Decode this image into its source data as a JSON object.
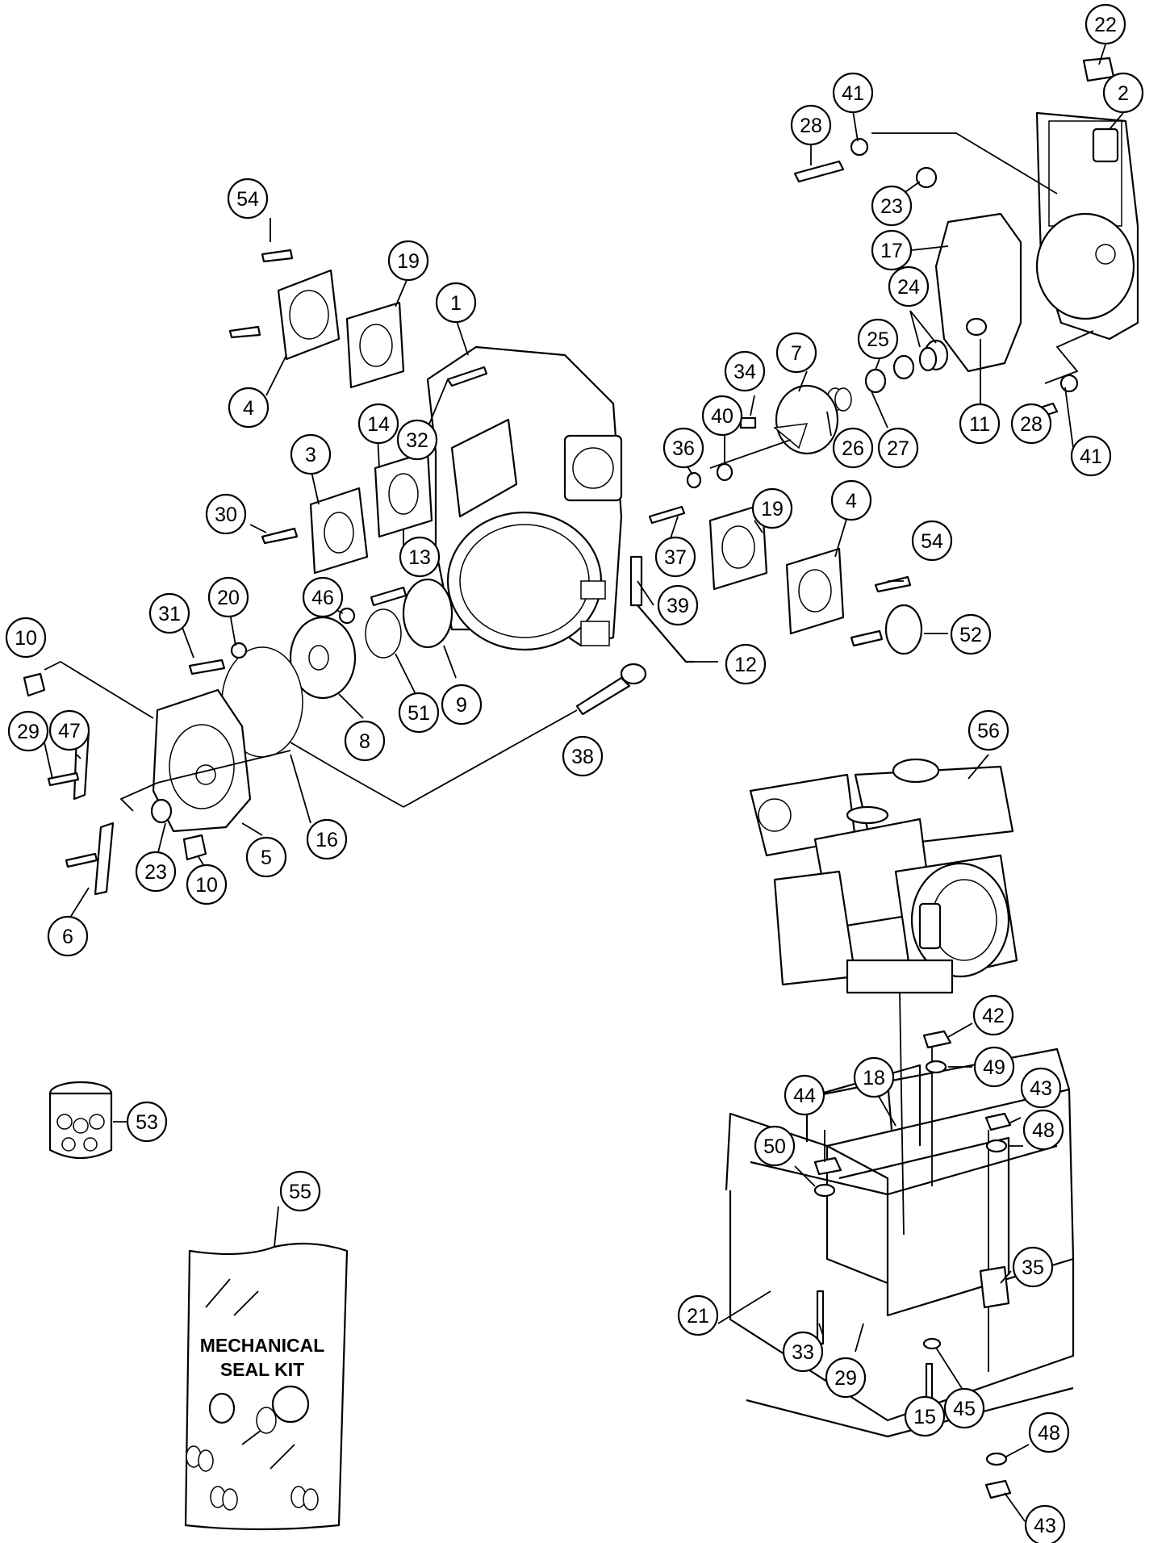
{
  "diagram": {
    "kit_label": [
      "MECHANICAL",
      "SEAL KIT"
    ],
    "callouts": [
      "22",
      "2",
      "41",
      "28",
      "23",
      "17",
      "54",
      "19",
      "24",
      "1",
      "25",
      "4",
      "11",
      "7",
      "34",
      "32",
      "26",
      "27",
      "40",
      "36",
      "28",
      "41",
      "3",
      "14",
      "30",
      "13",
      "4",
      "19",
      "54",
      "37",
      "39",
      "46",
      "20",
      "31",
      "12",
      "52",
      "10",
      "9",
      "51",
      "8",
      "29",
      "47",
      "38",
      "56",
      "16",
      "5",
      "23",
      "10",
      "6",
      "42",
      "49",
      "53",
      "18",
      "43",
      "48",
      "44",
      "50",
      "55",
      "35",
      "21",
      "33",
      "29",
      "15",
      "45",
      "48",
      "43"
    ]
  }
}
